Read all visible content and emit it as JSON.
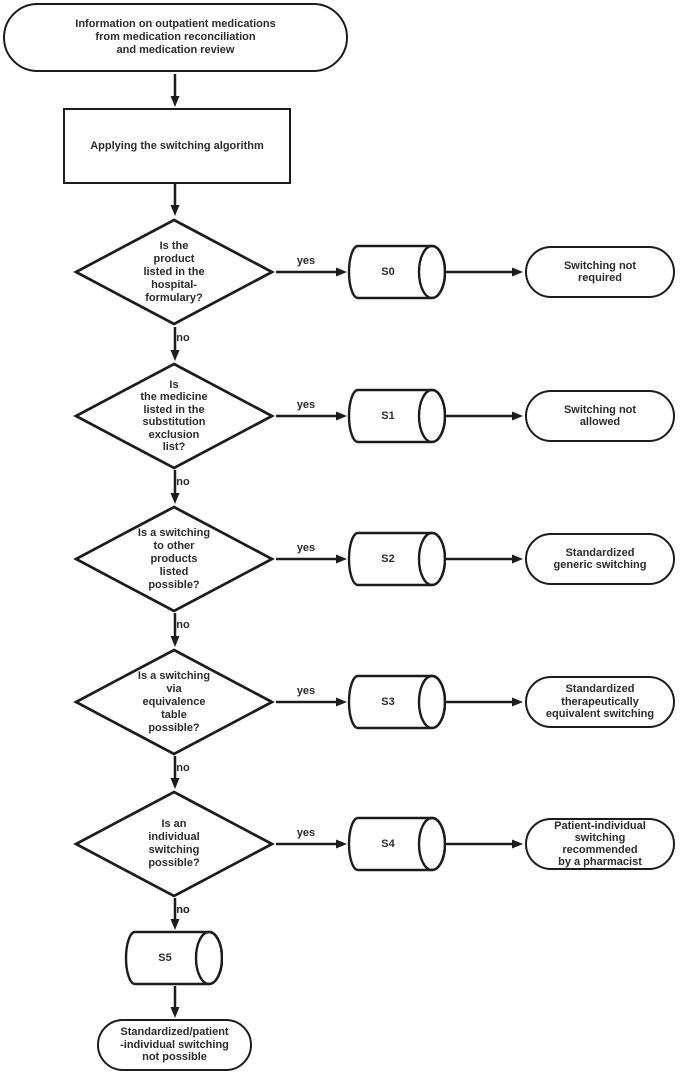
{
  "diagram": {
    "background_color": "#ffffff",
    "stroke_color": "#1c1c1c",
    "text_color": "#2b2b2b"
  },
  "start": {
    "text": "Information on outpatient medications\nfrom medication reconciliation\nand medication review"
  },
  "process": {
    "text": "Applying the switching algorithm"
  },
  "decisions": [
    {
      "question": "Is the\nproduct\nlisted in the\nhospital-\nformulary?",
      "yes_label": "yes",
      "no_label": "no",
      "step": "S0",
      "outcome": "Switching not\nrequired"
    },
    {
      "question": "Is\nthe medicine\nlisted in the\nsubstitution\nexclusion\nlist?",
      "yes_label": "yes",
      "no_label": "no",
      "step": "S1",
      "outcome": "Switching not\nallowed"
    },
    {
      "question": "Is a switching\nto other\nproducts\nlisted\npossible?",
      "yes_label": "yes",
      "no_label": "no",
      "step": "S2",
      "outcome": "Standardized\ngeneric switching"
    },
    {
      "question": "Is a switching\nvia\nequivalence\ntable\npossible?",
      "yes_label": "yes",
      "no_label": "no",
      "step": "S3",
      "outcome": "Standardized\ntherapeutically\nequivalent switching"
    },
    {
      "question": "Is an\nindividual\nswitching\npossible?",
      "yes_label": "yes",
      "no_label": "no",
      "step": "S4",
      "outcome": "Patient-individual\nswitching\nrecommended\nby a pharmacist"
    }
  ],
  "final": {
    "no_label": "no",
    "step": "S5",
    "outcome": "Standardized/patient\n-individual switching\nnot possible"
  }
}
